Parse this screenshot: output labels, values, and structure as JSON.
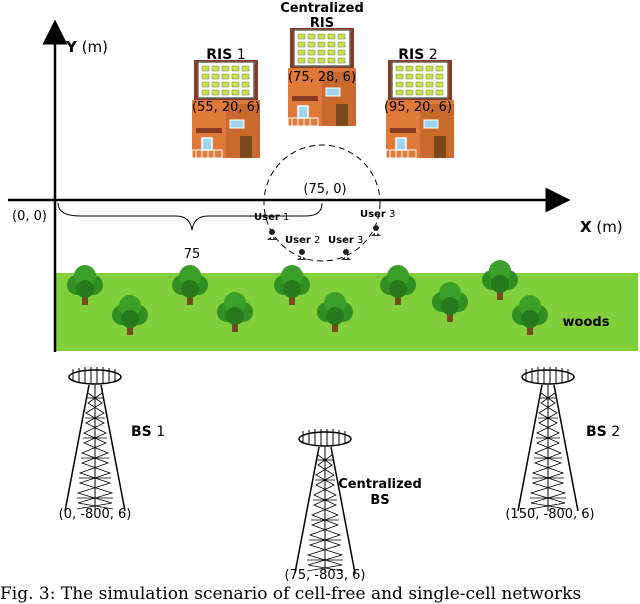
{
  "axes": {
    "y_label_bold": "Y",
    "y_label_unit": " (m)",
    "x_label_bold": "X",
    "x_label_unit": " (m)",
    "origin": "(0, 0)",
    "distance_brace": "75"
  },
  "ris": [
    {
      "name_bold": "RIS",
      "name_num": " 1",
      "coords": "(55, 20, 6)"
    },
    {
      "name_line1": "Centralized",
      "name_line2": "RIS",
      "coords": "(75, 28, 6)"
    },
    {
      "name_bold": "RIS",
      "name_num": " 2",
      "coords": "(95, 20, 6)"
    }
  ],
  "user_circle": {
    "center_label": "(75, 0)"
  },
  "users": [
    {
      "bold": "User",
      "num": " 1"
    },
    {
      "bold": "User",
      "num": " 2"
    },
    {
      "bold": "User",
      "num": " 3"
    },
    {
      "bold": "User",
      "num": " 3"
    }
  ],
  "woods_label": "woods",
  "base_stations": [
    {
      "name_bold": "BS",
      "name_num": " 1",
      "coords": "(0, -800, 6)"
    },
    {
      "name_line1": "Centralized",
      "name_line2": "BS",
      "coords": "(75, -803, 6)"
    },
    {
      "name_bold": "BS",
      "name_num": " 2",
      "coords": "(150, -800, 6)"
    }
  ],
  "caption": "Fig. 3: The simulation scenario of cell-free and single-cell networks",
  "colors": {
    "woods_fill": "#82cf3c",
    "woods_text": "#2a8a1e",
    "tree_foliage": "#2f8f22",
    "tree_trunk": "#7a4a1d",
    "building_wall": "#e07a3a",
    "building_roof": "#8a3a22",
    "ris_panel": "#c8e05a"
  }
}
